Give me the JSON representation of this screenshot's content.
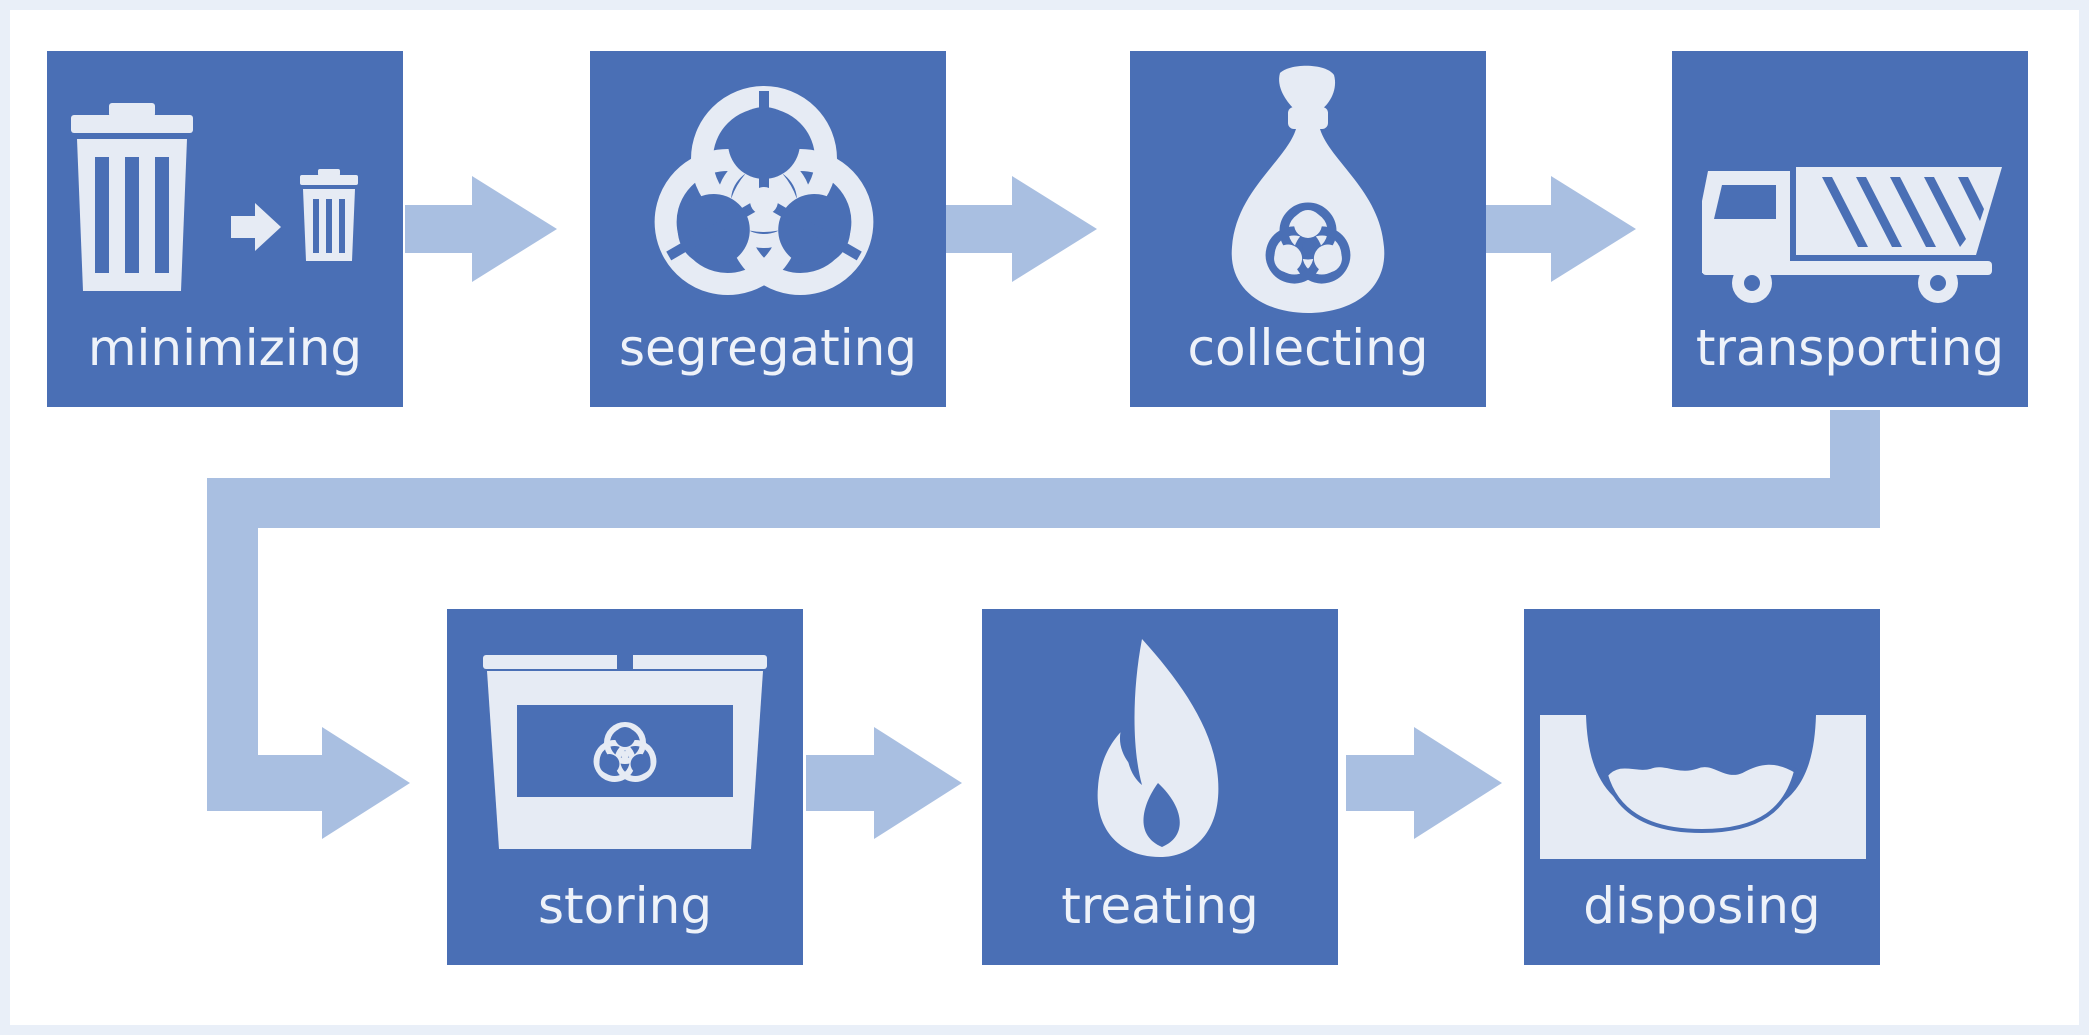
{
  "colors": {
    "box": "#4a6fb5",
    "arrow": "#a9bfe1",
    "icon": "#e6ebf4",
    "frame": "#e9eff8"
  },
  "steps": [
    {
      "label": "minimizing",
      "icon": "trash-can-reduce-icon"
    },
    {
      "label": "segregating",
      "icon": "biohazard-icon"
    },
    {
      "label": "collecting",
      "icon": "biohazard-bag-icon"
    },
    {
      "label": "transporting",
      "icon": "dump-truck-icon"
    },
    {
      "label": "storing",
      "icon": "biohazard-container-icon"
    },
    {
      "label": "treating",
      "icon": "flame-icon"
    },
    {
      "label": "disposing",
      "icon": "landfill-pit-icon"
    }
  ]
}
